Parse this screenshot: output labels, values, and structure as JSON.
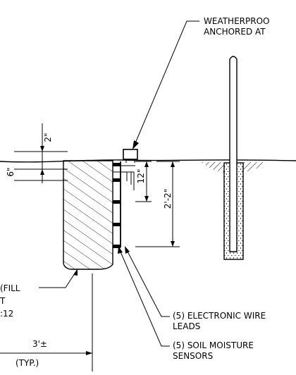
{
  "callouts": {
    "weatherproof_line1": "WEATHERPROO",
    "weatherproof_line2": "ANCHORED AT",
    "backfill_line1": "(FILL",
    "backfill_line2": "T",
    "backfill_line3": ":12",
    "wire_leads_line1": "(5) ELECTRONIC WIRE",
    "wire_leads_line2": "LEADS",
    "sensors_line1": "(5) SOIL MOISTURE",
    "sensors_line2": "SENSORS"
  },
  "dimensions": {
    "two_inch": "2\"",
    "six_inch": "6\"",
    "twelve_inch": "12\"",
    "two_foot_two": "2'-2\"",
    "three_foot": "3'±",
    "typ": "(TYP.)"
  }
}
